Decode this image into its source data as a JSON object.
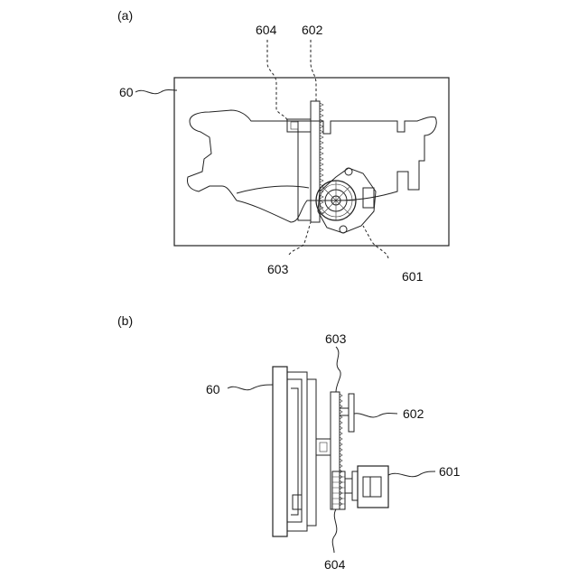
{
  "figure": {
    "panel_a": {
      "tag": "(a)",
      "labels": {
        "body": "60",
        "gear": "601",
        "bracket": "602",
        "rack": "603",
        "slider": "604"
      }
    },
    "panel_b": {
      "tag": "(b)",
      "labels": {
        "body": "60",
        "gear": "601",
        "bracket": "602",
        "rack": "603",
        "slider": "604"
      }
    }
  }
}
